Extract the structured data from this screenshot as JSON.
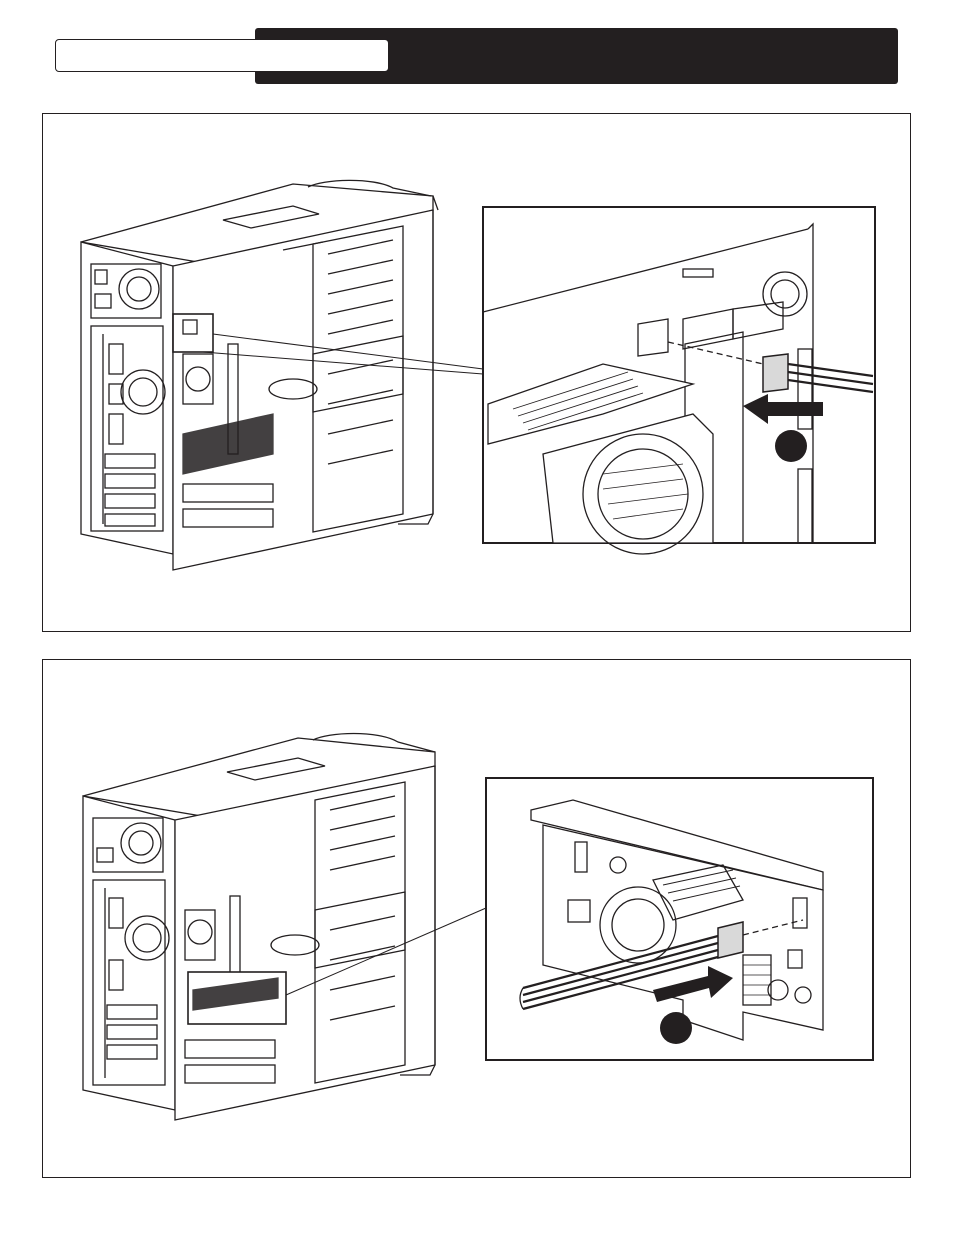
{
  "header": {
    "tab_text": "",
    "title": ""
  },
  "figures": [
    {
      "callout_number": ""
    },
    {
      "callout_number": ""
    }
  ],
  "colors": {
    "ink": "#231f20",
    "paper": "#ffffff",
    "shade": "#d9d9d9"
  },
  "icons": [
    "computer-tower-illustration",
    "fan-connector-detail",
    "power-cable-connector-detail",
    "insertion-arrow",
    "callout-marker"
  ]
}
